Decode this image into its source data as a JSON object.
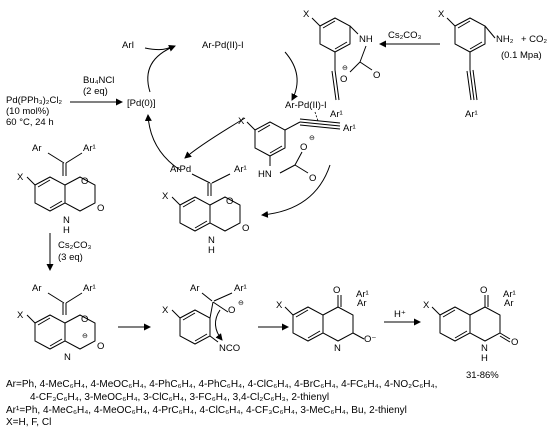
{
  "reagents": {
    "catalyst_line1": "Pd(PPh₃)₂Cl₂",
    "catalyst_line2": "(10 mol%)",
    "conditions": "60 °C, 24 h",
    "additive_line1": "Bu₄NCl",
    "additive_line2": "(2 eq)",
    "base_top": "Cs₂CO₃",
    "co2": "+ CO₂",
    "co2_pressure": "(0.1 Mpa)",
    "base_mid_line1": "Cs₂CO₃",
    "base_mid_line2": "(3 eq)",
    "acid": "H⁺"
  },
  "cycle": {
    "pd0": "[Pd(0)]",
    "aryl_iodide": "ArI",
    "oxidative_addition": "Ar-Pd(II)-I",
    "complex_label": "Ar-Pd(II)-I",
    "vinyl_pd_left": "ArPd",
    "vinyl_pd_right": "Ar¹"
  },
  "atoms": {
    "X": "X",
    "NH": "NH",
    "NH2": "NH₂",
    "HN": "HN",
    "N": "N",
    "H": "H",
    "O": "O",
    "O_minus": "O⁻",
    "Ar": "Ar",
    "Ar1": "Ar¹",
    "NCO": "NCO",
    "minus": "⊖"
  },
  "yield": "31-86%",
  "footnotes": {
    "ar": "Ar=Ph, 4-MeC₆H₄, 4-MeOC₆H₄, 4-PhC₆H₄, 4-PhC₆H₄, 4-ClC₆H₄, 4-BrC₆H₄, 4-FC₆H₄, 4-NO₂C₆H₄,",
    "ar_cont": "4-CF₃C₆H₄, 3-MeOC₆H₄, 3-ClC₆H₄, 3-FC₆H₄, 3,4-Cl₂C₆H₃, 2-thienyl",
    "ar1": "Ar¹=Ph, 4-MeC₆H₄, 4-MeOC₆H₄, 4-PrC₆H₄, 4-ClC₆H₄, 4-CF₃C₆H₄, 3-MeC₆H₄, Bu, 2-thienyl",
    "x": "X=H, F, Cl"
  }
}
